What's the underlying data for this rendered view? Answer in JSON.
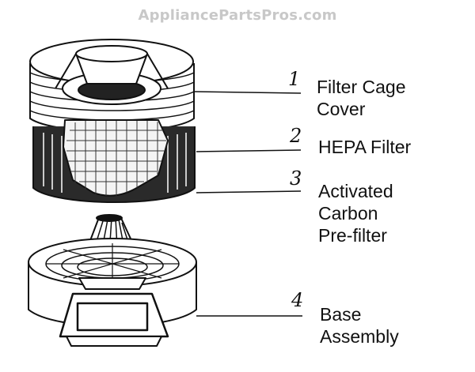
{
  "watermark": "AppliancePartsPros.com",
  "callouts": [
    {
      "number": "1",
      "lines": [
        "Filter Cage",
        "Cover"
      ]
    },
    {
      "number": "2",
      "lines": [
        "HEPA Filter"
      ]
    },
    {
      "number": "3",
      "lines": [
        "Activated",
        "Carbon",
        "Pre-filter"
      ]
    },
    {
      "number": "4",
      "lines": [
        "Base",
        "Assembly"
      ]
    }
  ],
  "colors": {
    "ink": "#111111",
    "watermark": "#c8c8c8",
    "background": "#ffffff"
  }
}
